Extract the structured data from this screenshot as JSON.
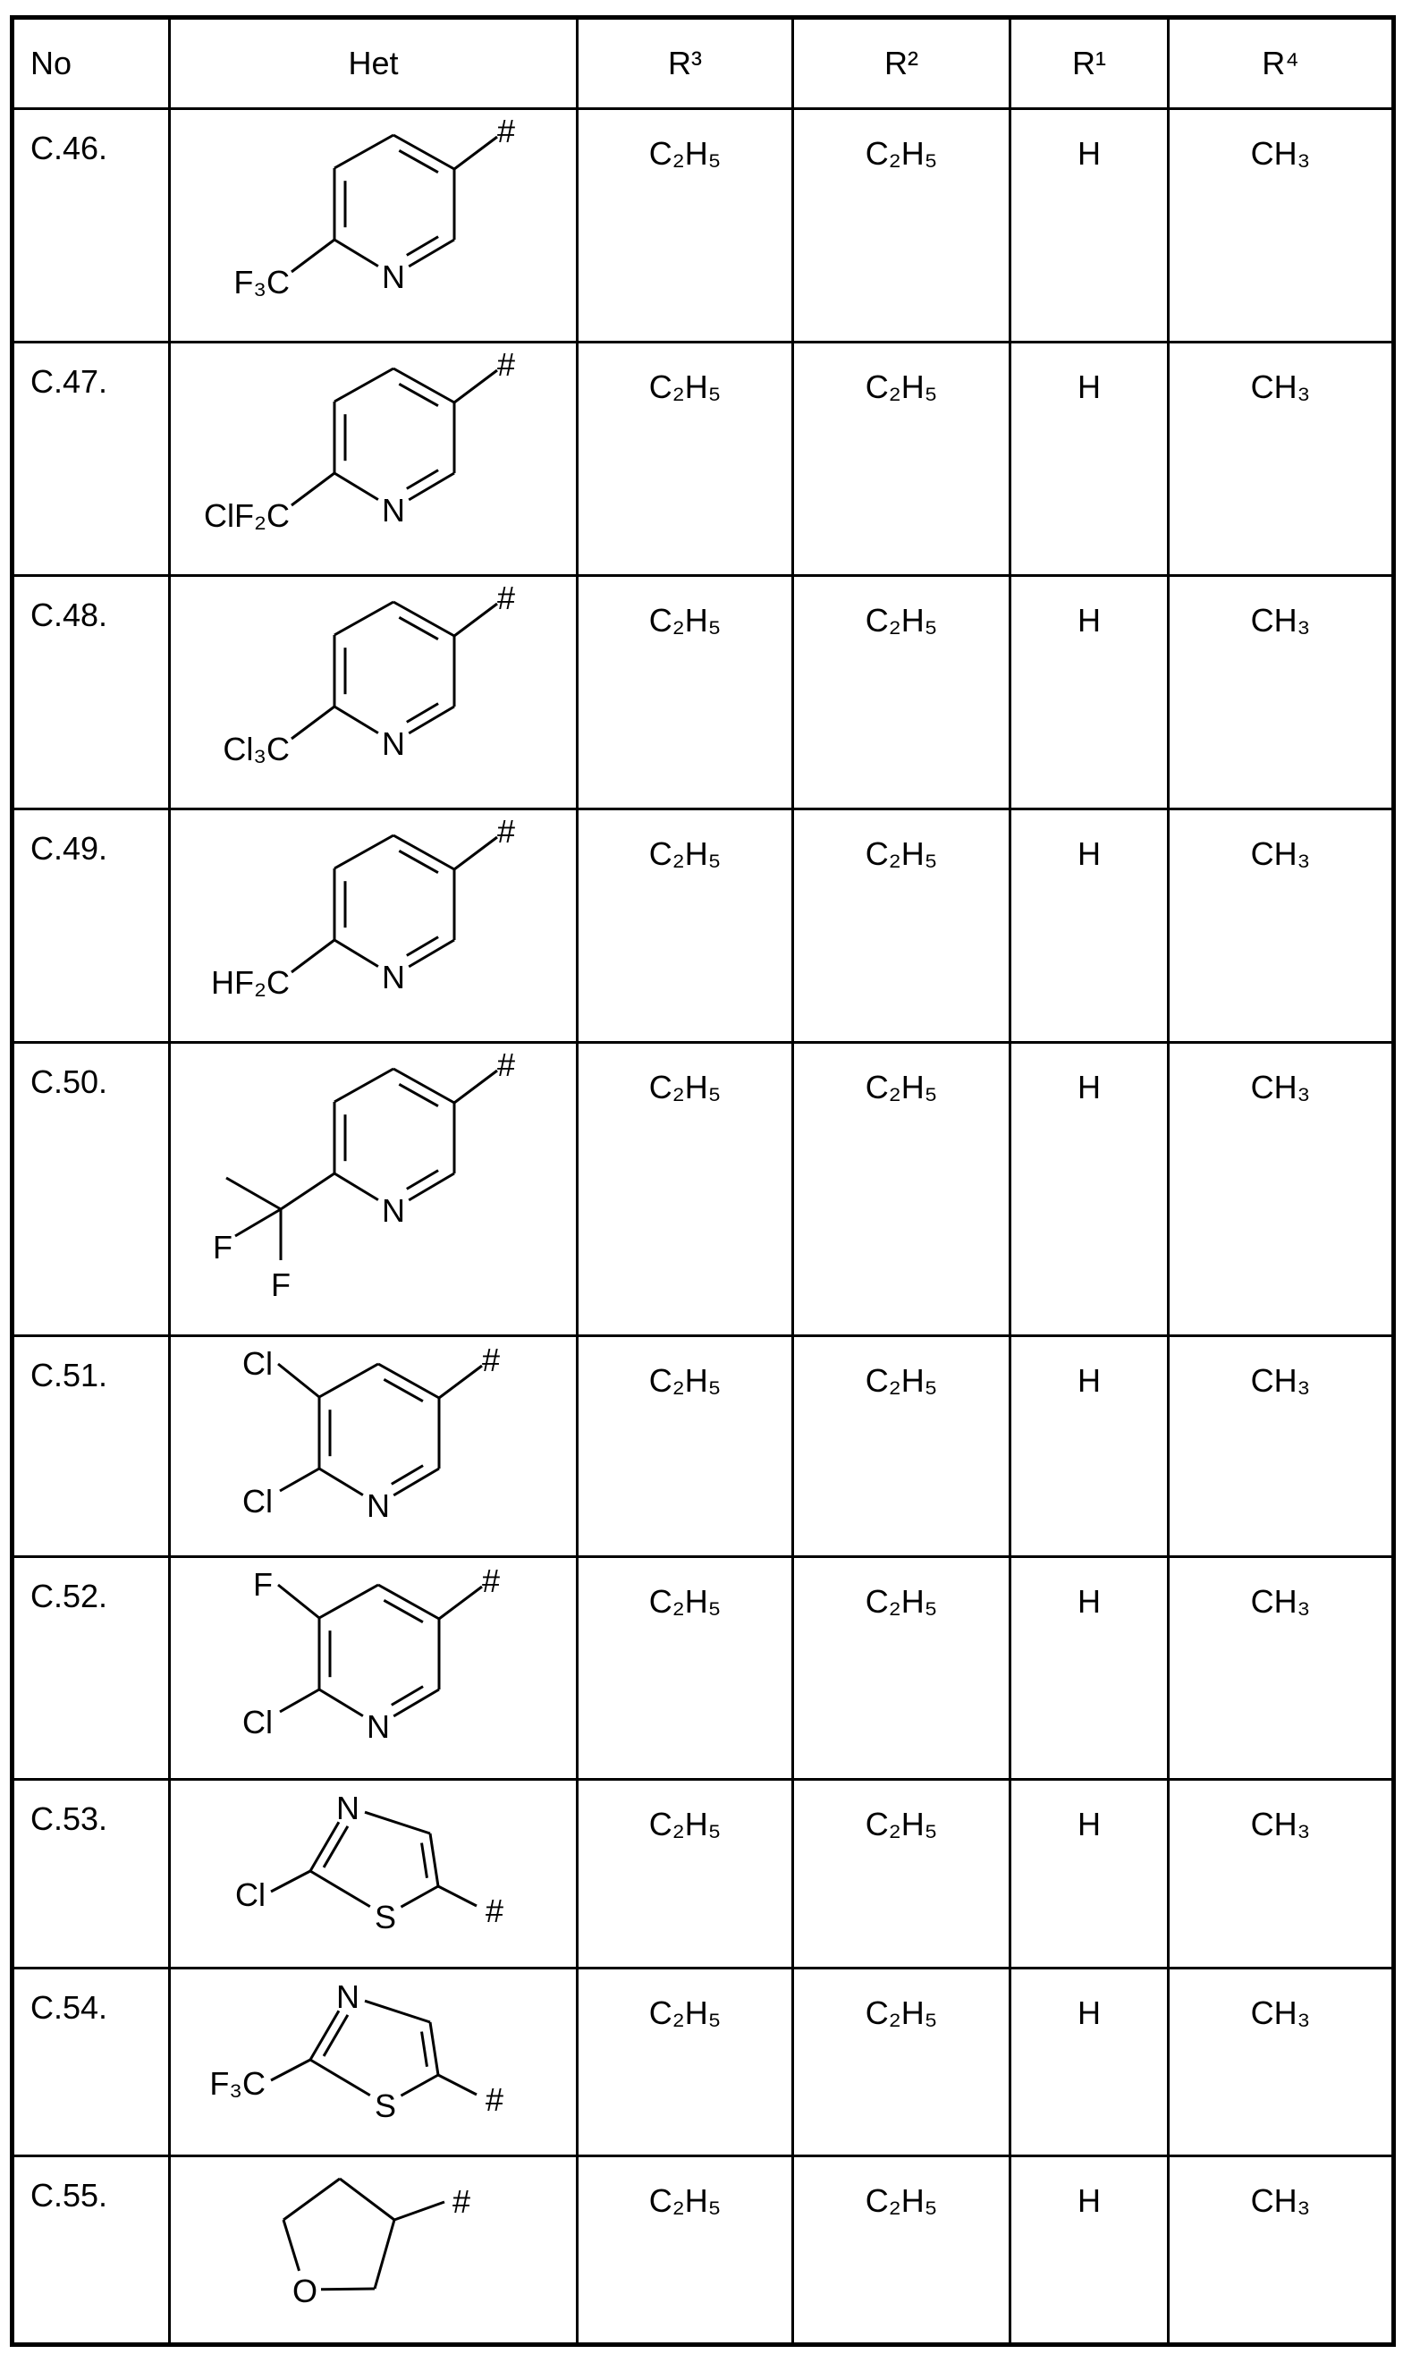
{
  "headers": {
    "no": "No",
    "het": "Het",
    "r3": "R³",
    "r2": "R²",
    "r1": "R¹",
    "r4": "R⁴"
  },
  "rows": [
    {
      "no": "C.46.",
      "het": {
        "type": "pyridine-2-substituted",
        "labels": [
          "F₃C",
          "N",
          "#"
        ]
      },
      "r3": "C₂H₅",
      "r2": "C₂H₅",
      "r1": "H",
      "r4": "CH₃"
    },
    {
      "no": "C.47.",
      "het": {
        "type": "pyridine-2-substituted",
        "labels": [
          "ClF₂C",
          "N",
          "#"
        ]
      },
      "r3": "C₂H₅",
      "r2": "C₂H₅",
      "r1": "H",
      "r4": "CH₃"
    },
    {
      "no": "C.48.",
      "het": {
        "type": "pyridine-2-substituted",
        "labels": [
          "Cl₃C",
          "N",
          "#"
        ]
      },
      "r3": "C₂H₅",
      "r2": "C₂H₅",
      "r1": "H",
      "r4": "CH₃"
    },
    {
      "no": "C.49.",
      "het": {
        "type": "pyridine-2-substituted",
        "labels": [
          "HF₂C",
          "N",
          "#"
        ]
      },
      "r3": "C₂H₅",
      "r2": "C₂H₅",
      "r1": "H",
      "r4": "CH₃"
    },
    {
      "no": "C.50.",
      "het": {
        "type": "pyridine-2-difluoroethyl",
        "labels": [
          "F",
          "F",
          "N",
          "#"
        ]
      },
      "r3": "C₂H₅",
      "r2": "C₂H₅",
      "r1": "H",
      "r4": "CH₃"
    },
    {
      "no": "C.51.",
      "het": {
        "type": "pyridine-2,3-disubstituted",
        "labels": [
          "Cl",
          "Cl",
          "N",
          "#"
        ]
      },
      "r3": "C₂H₅",
      "r2": "C₂H₅",
      "r1": "H",
      "r4": "CH₃"
    },
    {
      "no": "C.52.",
      "het": {
        "type": "pyridine-2,3-disubstituted",
        "labels": [
          "F",
          "Cl",
          "N",
          "#"
        ]
      },
      "r3": "C₂H₅",
      "r2": "C₂H₅",
      "r1": "H",
      "r4": "CH₃"
    },
    {
      "no": "C.53.",
      "het": {
        "type": "thiazole",
        "labels": [
          "Cl",
          "N",
          "S",
          "#"
        ]
      },
      "r3": "C₂H₅",
      "r2": "C₂H₅",
      "r1": "H",
      "r4": "CH₃"
    },
    {
      "no": "C.54.",
      "het": {
        "type": "thiazole",
        "labels": [
          "F₃C",
          "N",
          "S",
          "#"
        ]
      },
      "r3": "C₂H₅",
      "r2": "C₂H₅",
      "r1": "H",
      "r4": "CH₃"
    },
    {
      "no": "C.55.",
      "het": {
        "type": "tetrahydrofuran",
        "labels": [
          "O",
          "#"
        ]
      },
      "r3": "C₂H₅",
      "r2": "C₂H₅",
      "r1": "H",
      "r4": "CH₃"
    }
  ]
}
